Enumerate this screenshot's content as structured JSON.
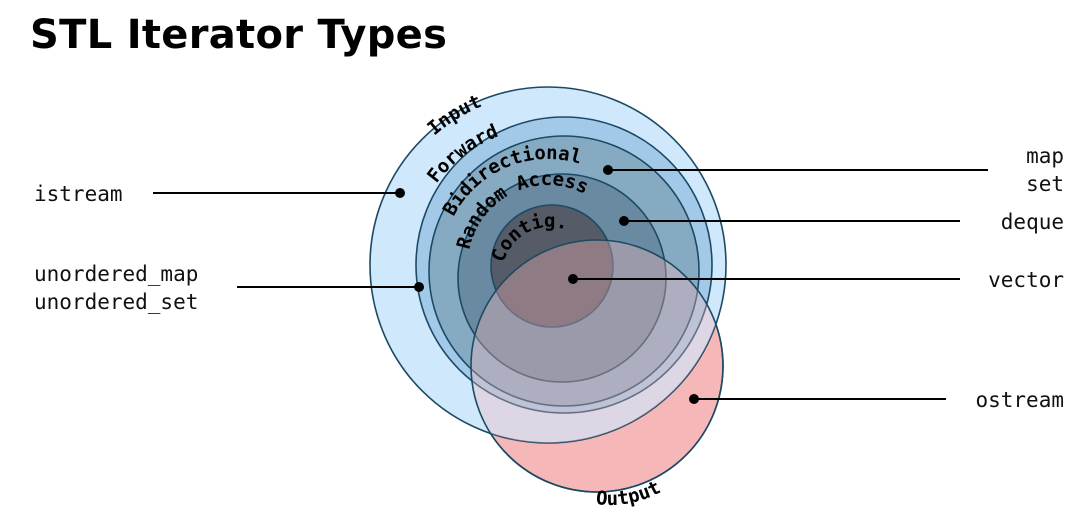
{
  "title": "STL Iterator Types",
  "colors": {
    "input": "#cfe8fc",
    "forward": "#a2cae8",
    "bidirectional": "#86aac2",
    "random_access": "#6a8aa2",
    "contig": "#565b68",
    "output": "#f6b7b9",
    "stroke": "#1c4a63",
    "leader": "#000000"
  },
  "rings": {
    "input": "Input",
    "forward": "Forward",
    "bidirectional": "Bidirectional",
    "random_access": "Random Access",
    "contig": "Contig.",
    "output": "Output"
  },
  "containers": {
    "istream": "istream",
    "unordered_map": "unordered_map",
    "unordered_set": "unordered_set",
    "map": "map",
    "set": "set",
    "deque": "deque",
    "vector": "vector",
    "ostream": "ostream"
  }
}
